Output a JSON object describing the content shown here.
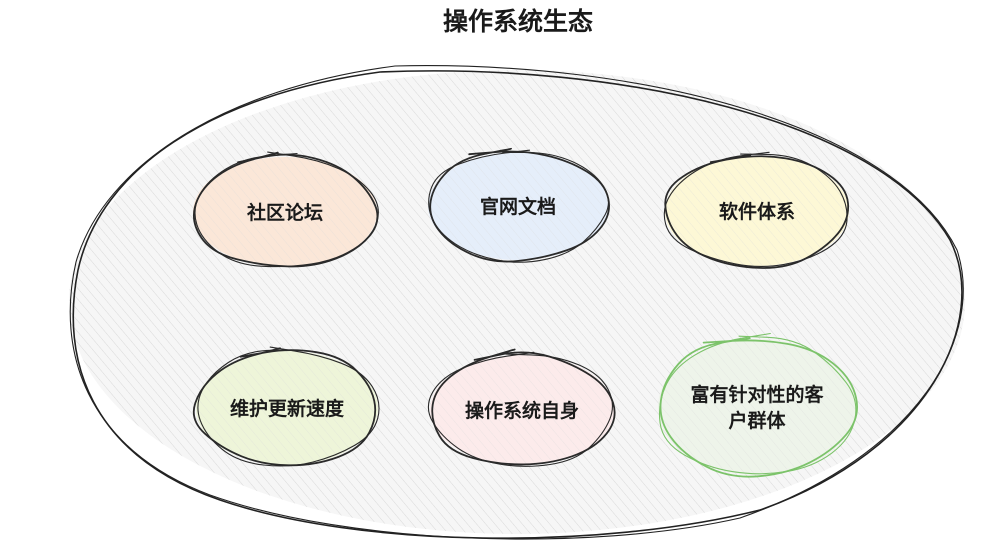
{
  "title": "操作系统生态",
  "container": {
    "fill": "#f6f6f6",
    "stroke": "#222222"
  },
  "nodes": [
    {
      "id": "community-forum",
      "label": [
        "社区论坛"
      ],
      "fill": "#fbe7d8",
      "stroke": "#2a2a2a"
    },
    {
      "id": "official-docs",
      "label": [
        "官网文档"
      ],
      "fill": "#e5eefa",
      "stroke": "#2a2a2a"
    },
    {
      "id": "software-system",
      "label": [
        "软件体系"
      ],
      "fill": "#fdf8d6",
      "stroke": "#2a2a2a"
    },
    {
      "id": "maintenance-speed",
      "label": [
        "维护更新速度"
      ],
      "fill": "#eef5d9",
      "stroke": "#2a2a2a"
    },
    {
      "id": "os-itself",
      "label": [
        "操作系统自身"
      ],
      "fill": "#fcebeb",
      "stroke": "#2a2a2a"
    },
    {
      "id": "targeted-customers",
      "label": [
        "富有针对性的客",
        "户群体"
      ],
      "fill": "#eef4ea",
      "stroke": "#7cc36a"
    }
  ]
}
